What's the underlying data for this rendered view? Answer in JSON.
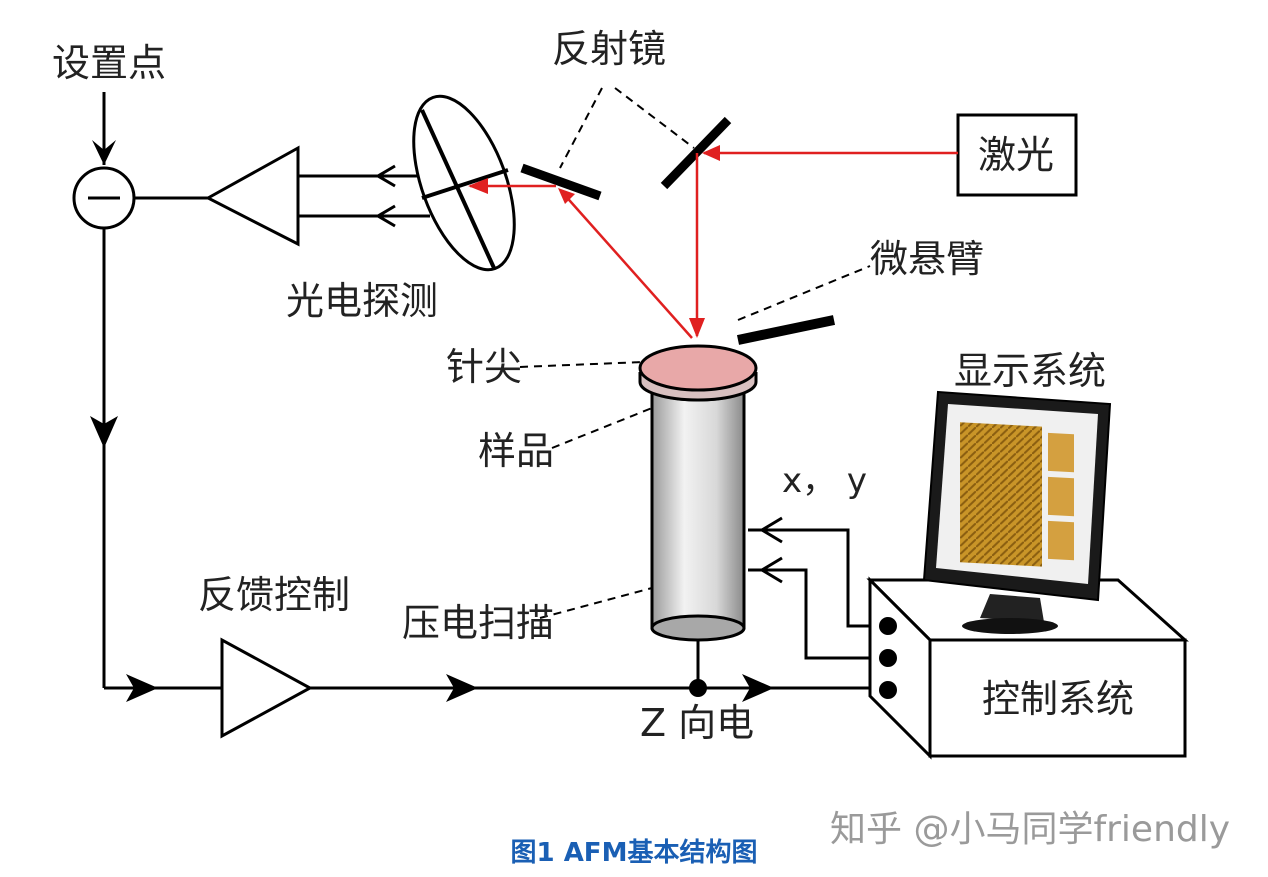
{
  "labels": {
    "setpoint": "设置点",
    "mirror": "反射镜",
    "laser": "激光",
    "photodetector": "光电探测",
    "cantilever": "微悬臂",
    "tip": "针尖",
    "sample": "样品",
    "display": "显示系统",
    "xy": "x， y",
    "feedback": "反馈控制",
    "piezo": "压电扫描",
    "z": "Z 向电",
    "control": "控制系统",
    "minus": "−"
  },
  "caption": "图1 AFM基本结构图",
  "watermark": "知乎 @小马同学friendly",
  "colors": {
    "line": "#000000",
    "laser_beam": "#e02020",
    "caption": "#1a5fb4",
    "sample_top": "#e8a8a8"
  }
}
